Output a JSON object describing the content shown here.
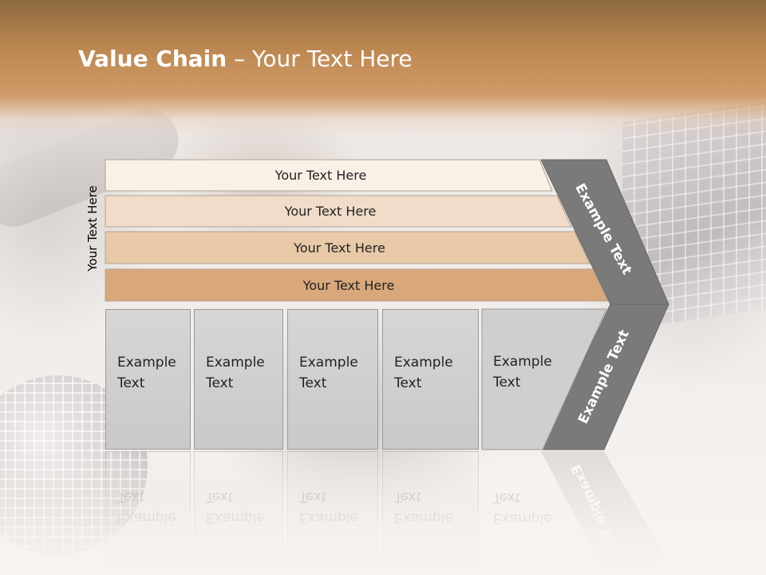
{
  "slide": {
    "title_bold": "Value Chain",
    "title_rest": " – Your Text Here",
    "side_label": "Your Text Here"
  },
  "bars": [
    {
      "label": "Your Text Here",
      "color": "#f9f0e6"
    },
    {
      "label": "Your Text Here",
      "color": "#f0dcc8"
    },
    {
      "label": "Your Text Here",
      "color": "#e8c9a8"
    },
    {
      "label": "Your Text Here",
      "color": "#d9a77c"
    }
  ],
  "columns": [
    {
      "line1": "Example",
      "line2": "Text"
    },
    {
      "line1": "Example",
      "line2": "Text"
    },
    {
      "line1": "Example",
      "line2": "Text"
    },
    {
      "line1": "Example",
      "line2": "Text"
    },
    {
      "line1": "Example",
      "line2": "Text"
    }
  ],
  "chevron": {
    "upper_text": "Example Text",
    "lower_text": "Example Text",
    "color": "#7a7a7a"
  }
}
